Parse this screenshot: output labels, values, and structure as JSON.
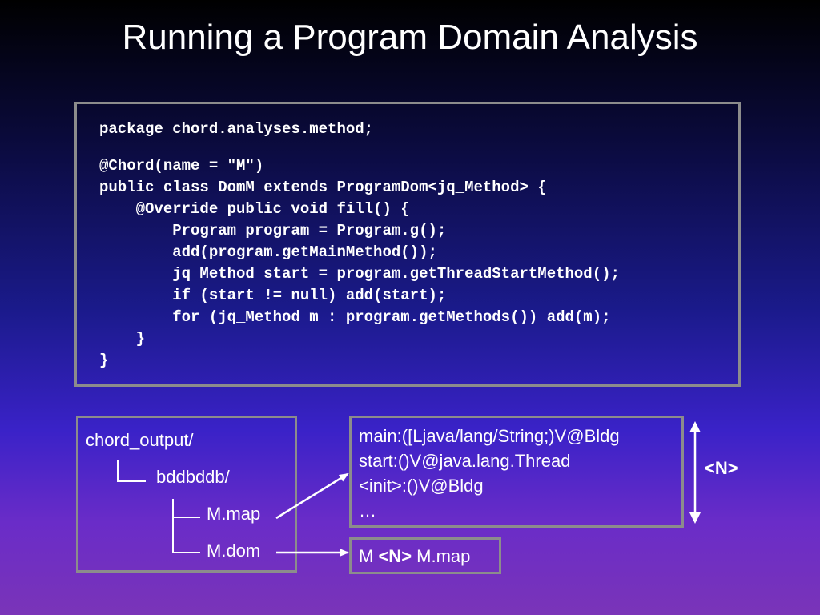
{
  "slide": {
    "title": "Running a Program Domain Analysis"
  },
  "code": {
    "lines": [
      "package chord.analyses.method;",
      "@Chord(name = \"M\")",
      "public class DomM extends ProgramDom<jq_Method> {",
      "    @Override public void fill() {",
      "        Program program = Program.g();",
      "        add(program.getMainMethod());",
      "        jq_Method start = program.getThreadStartMethod();",
      "        if (start != null) add(start);",
      "        for (jq_Method m : program.getMethods()) add(m);",
      "    }",
      "}"
    ]
  },
  "tree": {
    "root": "chord_output/",
    "folder": "bddbddb/",
    "file_map": "M.map",
    "file_dom": "M.dom"
  },
  "map_contents": {
    "line1": "main:([Ljava/lang/String;)V@Bldg",
    "line2": "start:()V@java.lang.Thread",
    "line3": "<init>:()V@Bldg",
    "line4": "…"
  },
  "size_label": "<N>",
  "dom_contents": {
    "prefix": "M",
    "n": "<N>",
    "suffix": "M.map"
  }
}
